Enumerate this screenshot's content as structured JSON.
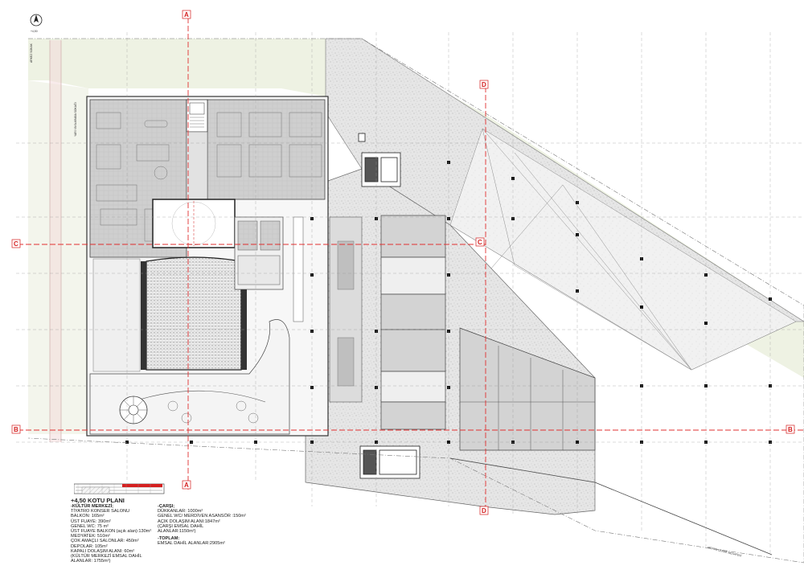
{
  "drawing": {
    "section_marks": [
      "A",
      "A",
      "B",
      "B",
      "C",
      "C",
      "D",
      "D"
    ],
    "top_left_level": "+4,50",
    "street_labels": [
      "ARKEZ SOKAK",
      "YARI YAYA ARABA SOKAĞI",
      "METRO CEKME MESAFESİ"
    ]
  },
  "legend": {
    "title": "+4,50 KOTU PLANI",
    "left_header": "-KÜLTÜR MERKEZİ;",
    "left_lines": [
      "TİYATRO KONSER SALONU",
      "BALKON: 165m²",
      "ÜST FUAYE: 390m²",
      "GENEL WC: 75 m²",
      "ÜST FUAYE BALKON (açık alan):130m²",
      "MEDYATEK: 510m²",
      "ÇOK AMAÇLI SALONLAR: 450m²",
      "DEPOLAR: 105m²",
      "KAPALI DOLAŞIM ALANI: 60m²",
      "(KÜLTÜR MERKEZİ EMSAL DAHİL",
      "ALANLAR: 1755m²)"
    ],
    "right_header": "-ÇARŞI;",
    "right_lines": [
      "DÜKKANLAR: 1000m²",
      "GENEL WC/ MERDİVEN ASANSÖR :150m²",
      "AÇIK DOLAŞIM ALANI:1847m²",
      "(ÇARŞI EMSAL DAHİL",
      "ALANLAR:1150m²)"
    ],
    "total_header": "-TOPLAM:",
    "total_line": "EMSAL DAHİL ALANLAR:2905m²"
  }
}
